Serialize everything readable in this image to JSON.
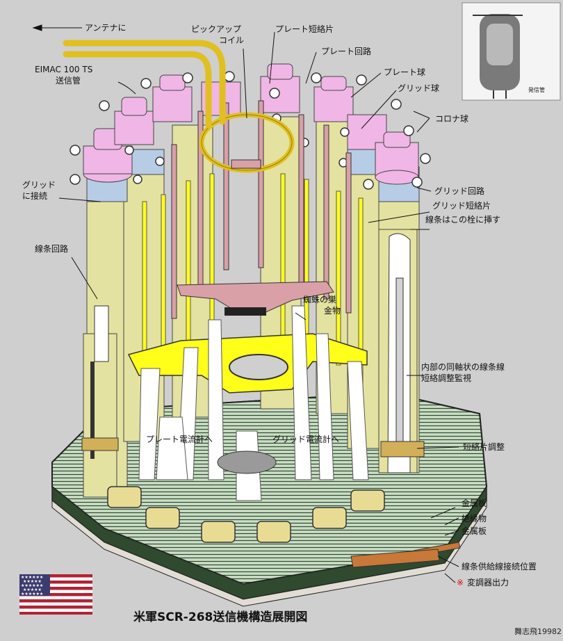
{
  "title": "米軍SCR-268送信機構造展開図",
  "signature": "舞志飛19982",
  "photo": {
    "caption": "発信管"
  },
  "labels": {
    "antenna": "アンテナに",
    "tube_line1": "EIMAC 100 TS",
    "tube_line2": "送信管",
    "pickup_line1": "ピックアップ",
    "pickup_line2": "コイル",
    "plate_short": "プレート短絡片",
    "plate_circuit": "プレート回路",
    "plate_ball": "プレート球",
    "grid_ball": "グリッド球",
    "corona_ball": "コロナ球",
    "grid_connect_line1": "グリッド",
    "grid_connect_line2": "に接続",
    "grid_circuit": "グリッド回路",
    "grid_short": "グリッド短絡片",
    "filament_post": "線条はこの栓に挿す",
    "filament_circuit": "線条回路",
    "spider_line1": "蜘蛛の巣",
    "spider_line2": "金物",
    "coax_line1": "内部の同軸状の線条線",
    "coax_line2": "短絡調整監視",
    "plate_meter": "プレート電流計へ",
    "grid_meter": "グリッド電流計へ",
    "short_adjust": "短絡片調整",
    "metal_plate_1": "金属板",
    "insulator": "絶縁物",
    "metal_plate_2": "金属板",
    "feed_position": "線条供給線接続位置",
    "modulator_mark": "※",
    "modulator": "変調器出力"
  },
  "colors": {
    "background": "#cfcfcf",
    "base_green": "#c9dcc4",
    "base_lines": "#2f4a2f",
    "column_yellow": "#e4e2a0",
    "tube_pink": "#f0b6e6",
    "band_blue": "#b7cde6",
    "frame_yellow": "#ffff1a",
    "spider_pink": "#d9a0a8",
    "antenna_lead": "#e0c020",
    "feed_copper": "#c87838",
    "flag_red": "#b22234",
    "flag_blue": "#3c3b6e",
    "modulator_mark": "#d01010"
  }
}
